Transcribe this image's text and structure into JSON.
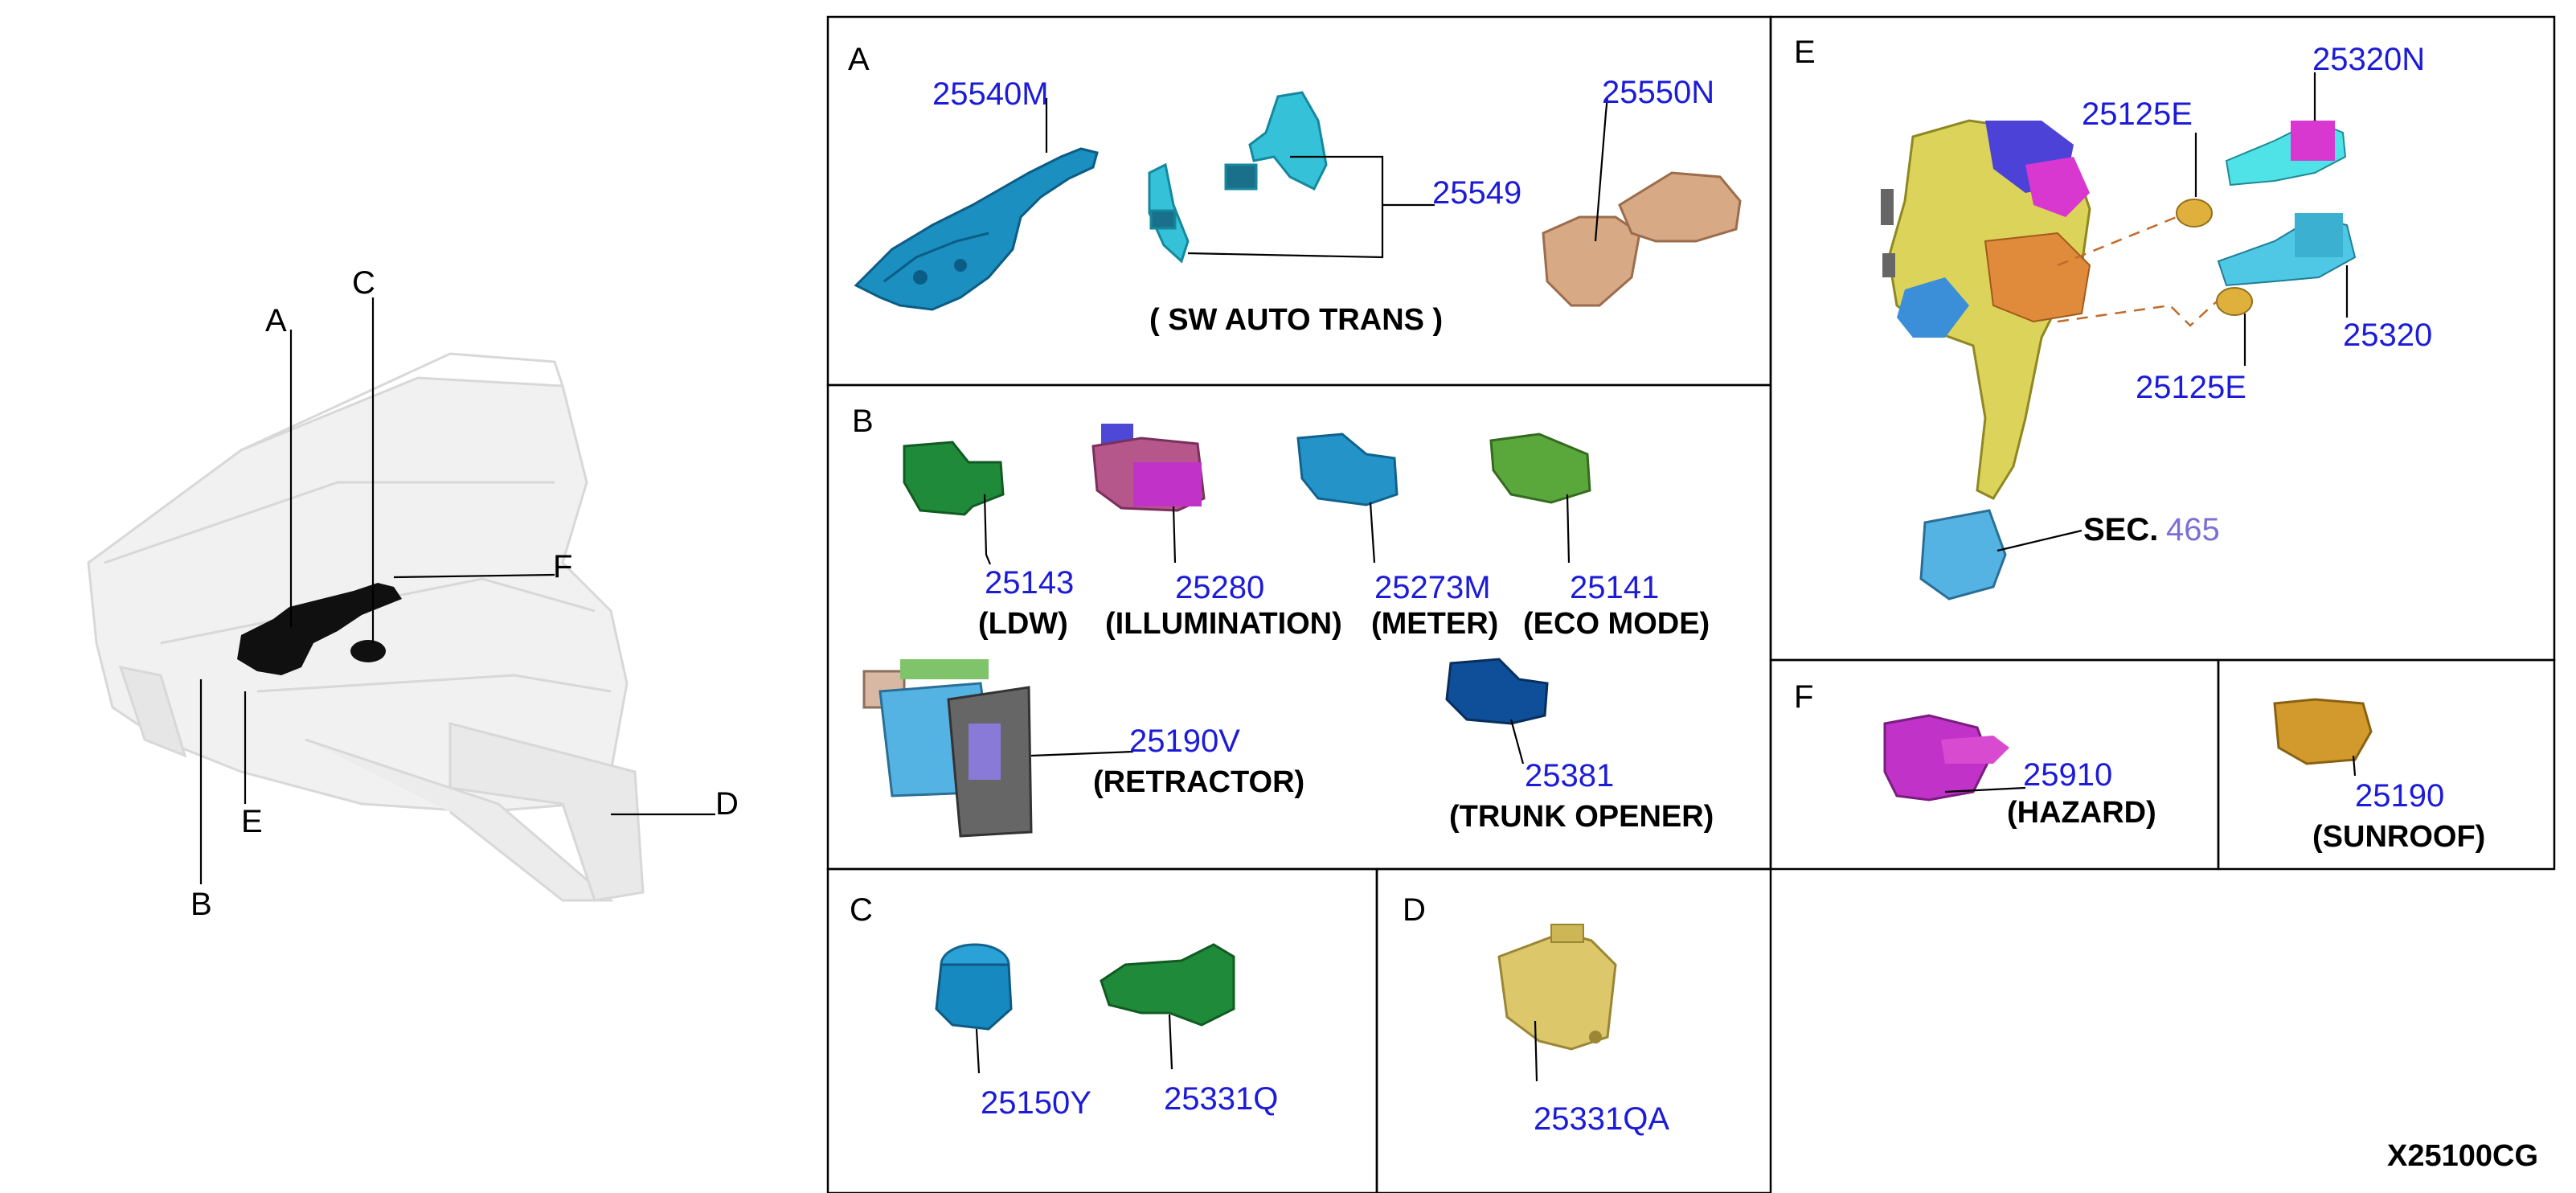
{
  "overview_letters": [
    "A",
    "B",
    "C",
    "D",
    "E",
    "F"
  ],
  "panels": {
    "A": {
      "letter": "A",
      "parts": [
        "25540M",
        "25549",
        "25550N"
      ],
      "note": "( SW AUTO TRANS )"
    },
    "B": {
      "letter": "B",
      "parts": [
        {
          "number": "25143",
          "name": "(LDW)"
        },
        {
          "number": "25280",
          "name": "(ILLUMINATION)"
        },
        {
          "number": "25273M",
          "name": "(METER)"
        },
        {
          "number": "25141",
          "name": "(ECO MODE)"
        },
        {
          "number": "25190V",
          "name": "(RETRACTOR)"
        },
        {
          "number": "25381",
          "name": "(TRUNK OPENER)"
        }
      ]
    },
    "C": {
      "letter": "C",
      "parts": [
        "25150Y",
        "25331Q"
      ]
    },
    "D": {
      "letter": "D",
      "parts": [
        "25331QA"
      ]
    },
    "E": {
      "letter": "E",
      "parts": [
        "25320N",
        "25125E",
        "25125E",
        "25320"
      ],
      "section_label": "SEC.",
      "section_number": "465"
    },
    "F": {
      "letter": "F",
      "parts": [
        {
          "number": "25910",
          "name": "(HAZARD)"
        },
        {
          "number": "25190",
          "name": "(SUNROOF)"
        }
      ]
    }
  },
  "diagram_code": "X25100CG",
  "part_colors": {
    "stalk": "#1a8fc0",
    "paddle": "#35c2d8",
    "tan": "#d7a985",
    "green_dark": "#1f8a3a",
    "magenta": "#c032c8",
    "blue_mid": "#2493c8",
    "green_light": "#5aa83c",
    "blue_light": "#55b3e4",
    "navy": "#0f4f9a",
    "cyan_dark": "#1689c0",
    "yellow": "#dcc86a",
    "gold": "#d29a2c",
    "orange": "#e08a3c"
  }
}
